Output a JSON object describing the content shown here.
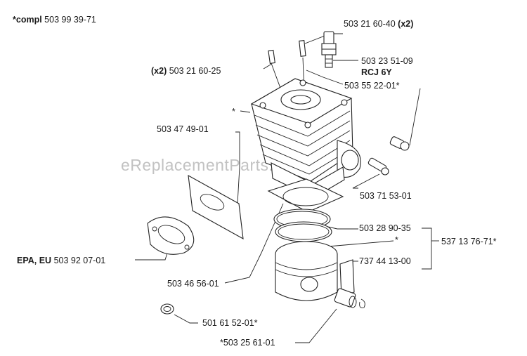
{
  "watermark": "eReplacementParts.com",
  "labels": {
    "compl_prefix": "*compl",
    "compl": "503 99 39-71",
    "bolt_long": "503 21 60-40",
    "bolt_long_qty": "(x2)",
    "bolt_short_qty": "(x2)",
    "bolt_short": "503 21 60-25",
    "spark_plug": "503 23 51-09",
    "spark_plug_type": "RCJ 6Y",
    "decomp_valve": "503 55 22-01*",
    "cylinder_star": "*",
    "heat_shield": "503 47 49-01",
    "valve_body": "503 71 53-01",
    "piston_rings": "503 28 90-35",
    "piston_star": "*",
    "piston_kit": "537 13 76-71*",
    "piston_pin": "737 44 13-00",
    "gasket_prefix": "EPA, EU",
    "gasket": "503 92 07-01",
    "base_gasket": "503 46 56-01",
    "plug_cap": "501 61 52-01*",
    "needle_bearing": "*503 25 61-01"
  }
}
